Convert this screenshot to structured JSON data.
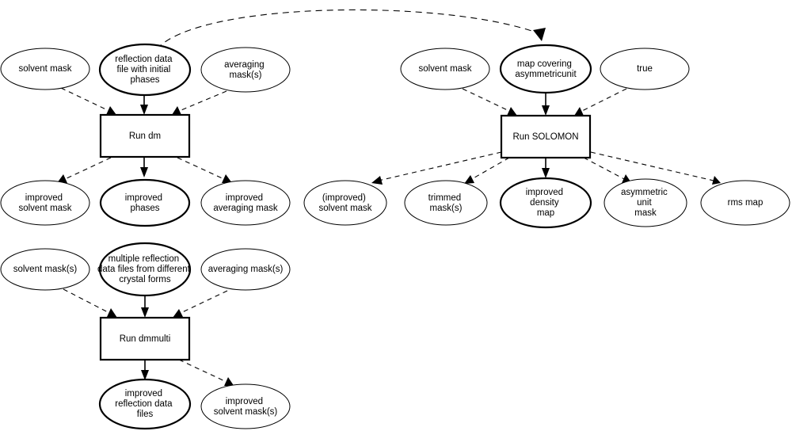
{
  "diagram": {
    "title": "Density modification program flowchart",
    "type": "flowchart",
    "background_color": "#ffffff",
    "line_color": "#000000",
    "groups": [
      {
        "id": "dm",
        "process": {
          "label": "Run dm",
          "shape": "rectangle"
        },
        "inputs": [
          {
            "id": "dm-in-solvent-mask",
            "label": "solvent mask",
            "emphasis": "normal",
            "edge": "dashed"
          },
          {
            "id": "dm-in-reflection-data",
            "label": "reflection data\nfile with initial\nphases",
            "emphasis": "bold",
            "edge": "solid"
          },
          {
            "id": "dm-in-averaging-mask",
            "label": "averaging\nmask(s)",
            "emphasis": "normal",
            "edge": "dashed"
          }
        ],
        "outputs": [
          {
            "id": "dm-out-improved-solvent-mask",
            "label": "improved\nsolvent mask",
            "emphasis": "normal",
            "edge": "dashed"
          },
          {
            "id": "dm-out-improved-phases",
            "label": "improved\nphases",
            "emphasis": "bold",
            "edge": "solid"
          },
          {
            "id": "dm-out-improved-averaging-mask",
            "label": "improved\naveraging mask",
            "emphasis": "normal",
            "edge": "dashed"
          }
        ]
      },
      {
        "id": "solomon",
        "process": {
          "label": "Run SOLOMON",
          "shape": "rectangle"
        },
        "inputs": [
          {
            "id": "sol-in-solvent-mask",
            "label": "solvent mask",
            "emphasis": "normal",
            "edge": "dashed"
          },
          {
            "id": "sol-in-map-covering",
            "label": "map covering\nasymmetricunit",
            "emphasis": "bold",
            "edge": "solid"
          },
          {
            "id": "sol-in-true",
            "label": "true",
            "emphasis": "normal",
            "edge": "dashed"
          }
        ],
        "outputs": [
          {
            "id": "sol-out-improved-solvent-mask",
            "label": "(improved)\nsolvent mask",
            "emphasis": "normal",
            "edge": "dashed"
          },
          {
            "id": "sol-out-trimmed-masks",
            "label": "trimmed\nmask(s)",
            "emphasis": "normal",
            "edge": "dashed"
          },
          {
            "id": "sol-out-improved-density-map",
            "label": "improved\ndensity\nmap",
            "emphasis": "bold",
            "edge": "solid"
          },
          {
            "id": "sol-out-asymmetric-unit-mask",
            "label": "asymmetric\nunit\nmask",
            "emphasis": "normal",
            "edge": "dashed"
          },
          {
            "id": "sol-out-rms-map",
            "label": "rms map",
            "emphasis": "normal",
            "edge": "dashed"
          }
        ]
      },
      {
        "id": "dmmulti",
        "process": {
          "label": "Run dmmulti",
          "shape": "rectangle"
        },
        "inputs": [
          {
            "id": "dmm-in-solvent-masks",
            "label": "solvent mask(s)",
            "emphasis": "normal",
            "edge": "dashed"
          },
          {
            "id": "dmm-in-multiple-reflection",
            "label": "multiple reflection\ndata files from different\ncrystal forms",
            "emphasis": "bold",
            "edge": "solid"
          },
          {
            "id": "dmm-in-averaging-masks",
            "label": "averaging mask(s)",
            "emphasis": "normal",
            "edge": "dashed"
          }
        ],
        "outputs": [
          {
            "id": "dmm-out-improved-reflection",
            "label": "improved\nreflection data\nfiles",
            "emphasis": "bold",
            "edge": "solid"
          },
          {
            "id": "dmm-out-improved-solvent-masks",
            "label": "improved\nsolvent mask(s)",
            "emphasis": "normal",
            "edge": "dashed"
          }
        ]
      }
    ],
    "cross_link": {
      "id": "reflection-data-to-map-covering",
      "from": "dm-in-reflection-data",
      "to": "sol-in-map-covering",
      "style": "dashed-curved"
    }
  }
}
